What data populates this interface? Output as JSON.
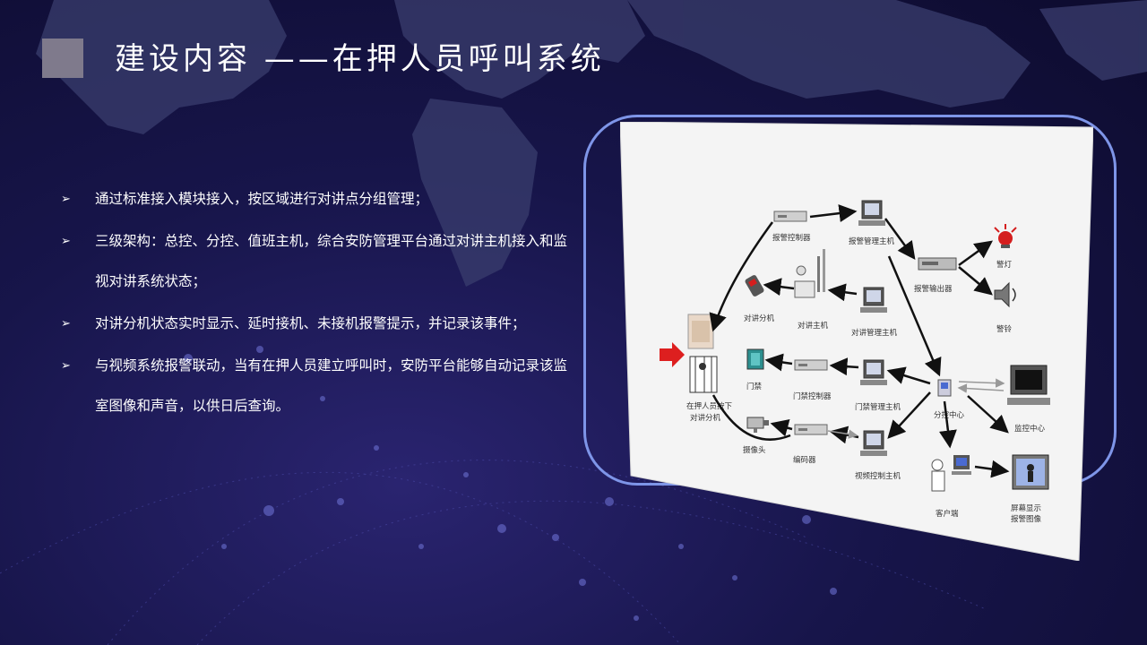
{
  "header": {
    "title": "建设内容 ——在押人员呼叫系统"
  },
  "bullets": [
    {
      "text": "通过标准接入模块接入，按区域进行对讲点分组管理；"
    },
    {
      "text": "三级架构：总控、分控、值班主机，综合安防管理平台通过对讲主机接入和监视对讲系统状态；"
    },
    {
      "text": "对讲分机状态实时显示、延时接机、未接机报警提示，并记录该事件；"
    },
    {
      "text": "与视频系统报警联动，当有在押人员建立呼叫时，安防平台能够自动记录该监室图像和声音，以供日后查询。"
    }
  ],
  "bullet_marker": "➢",
  "diagram": {
    "nodes": {
      "alarm_controller": "报警控制器",
      "alarm_host": "报警管理主机",
      "alarm_output": "报警输出器",
      "warning_light": "警灯",
      "warning_bell": "警铃",
      "intercom_ext": "对讲分机",
      "intercom_host": "对讲主机",
      "intercom_mgr": "对讲管理主机",
      "door": "门禁",
      "door_ctrl": "门禁控制器",
      "door_host": "门禁管理主机",
      "camera": "摄像头",
      "encoder": "编码器",
      "video_host": "视频控制主机",
      "detainee_1": "在押人员按下",
      "detainee_2": "对讲分机",
      "sub_center": "分控中心",
      "monitor_center": "监控中心",
      "client": "客户端",
      "screen_1": "屏幕显示",
      "screen_2": "报警图像"
    }
  },
  "colors": {
    "frame_border": "#7e95e8",
    "title": "#ffffff",
    "accent_red": "#dd1f1f"
  }
}
